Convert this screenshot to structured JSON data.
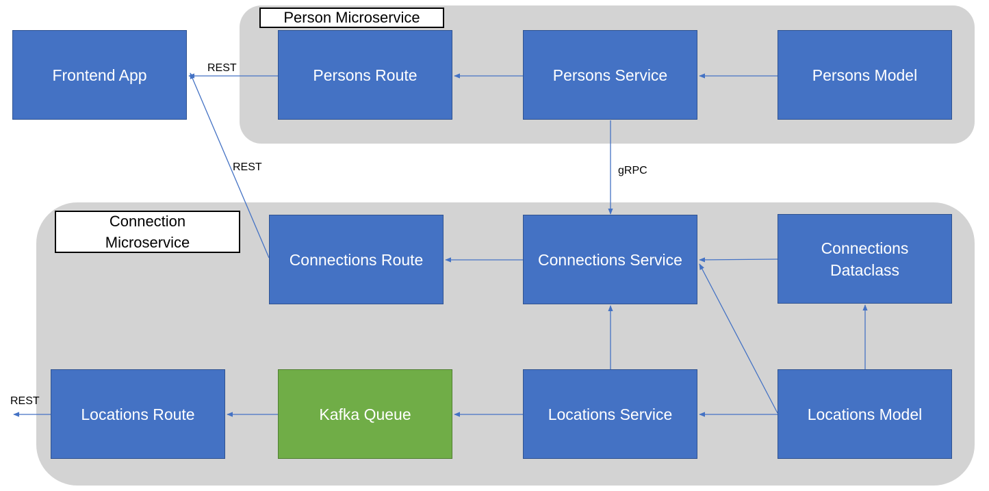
{
  "groups": {
    "person": "Person Microservice",
    "connection": "Connection Microservice"
  },
  "nodes": {
    "frontend_app": "Frontend App",
    "persons_route": "Persons Route",
    "persons_service": "Persons Service",
    "persons_model": "Persons Model",
    "connections_route": "Connections Route",
    "connections_service": "Connections Service",
    "connections_dataclass": "Connections Dataclass",
    "locations_route": "Locations Route",
    "kafka_queue": "Kafka Queue",
    "locations_service": "Locations Service",
    "locations_model": "Locations Model"
  },
  "edge_labels": {
    "persons_route_to_frontend": "REST",
    "connections_route_to_frontend": "REST",
    "persons_service_to_connections_service": "gRPC",
    "locations_route_out": "REST"
  },
  "colors": {
    "node_fill": "#4472c4",
    "node_border": "#2f528f",
    "queue_fill": "#70ad47",
    "group_fill": "#d3d3d3",
    "edge": "#4472c4"
  }
}
